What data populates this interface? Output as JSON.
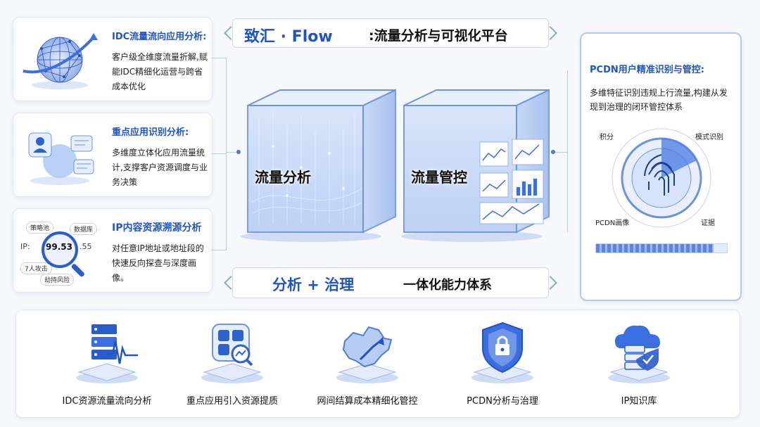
{
  "header": {
    "brand": "致汇 · Flow",
    "subtitle": ":流量分析与可视化平台"
  },
  "left_cards": [
    {
      "title": "IDC流量流向应用分析:",
      "desc": "客户级全维度流量折解,赋能IDC精细化运营与跨省成本优化",
      "icon": "globe-network-icon"
    },
    {
      "title": "重点应用识别分析:",
      "desc": "多维度立体化应用流量统计,支撑客户资源调度与业务决策",
      "icon": "user-cloud-icon"
    },
    {
      "title": "IP内容资源溯源分析",
      "desc": "对任意IP地址或地址段的快速反向探查与深度画像。",
      "icon": "magnifier-ip-icon",
      "tags": [
        "策略池",
        "数据库",
        "7人攻击",
        "劫持风险"
      ],
      "ip_prefix": "IP:",
      "ip_value": "99.53",
      "ip_suffix": ".55"
    }
  ],
  "cubes": [
    {
      "label": "流量分析"
    },
    {
      "label": "流量管控"
    }
  ],
  "center_banner": {
    "left": "分析 + 治理",
    "right": "一体化能力体系"
  },
  "right_card": {
    "title": "PCDN用户精准识别与管控:",
    "desc": "多维特征识别违规上行流量,构建从发现到治理的闭环管控体系",
    "radar_labels": {
      "tl": "积分",
      "tr": "模式识别",
      "bl": "PCDN画像",
      "br": "证据"
    },
    "progress": 0.9,
    "icon": "fingerprint-radar-icon"
  },
  "bottom_items": [
    {
      "label": "IDC资源流量流向分析",
      "icon": "server-wave-icon"
    },
    {
      "label": "重点应用引入资源提质",
      "icon": "app-grid-chart-icon"
    },
    {
      "label": "网间结算成本精细化管控",
      "icon": "china-map-icon"
    },
    {
      "label": "PCDN分析与治理",
      "icon": "shield-lock-icon"
    },
    {
      "label": "IP知识库",
      "icon": "cloud-database-icon"
    }
  ],
  "colors": {
    "accent": "#1f54c8",
    "line": "#b9c9e6",
    "cube": "#6e93de"
  }
}
